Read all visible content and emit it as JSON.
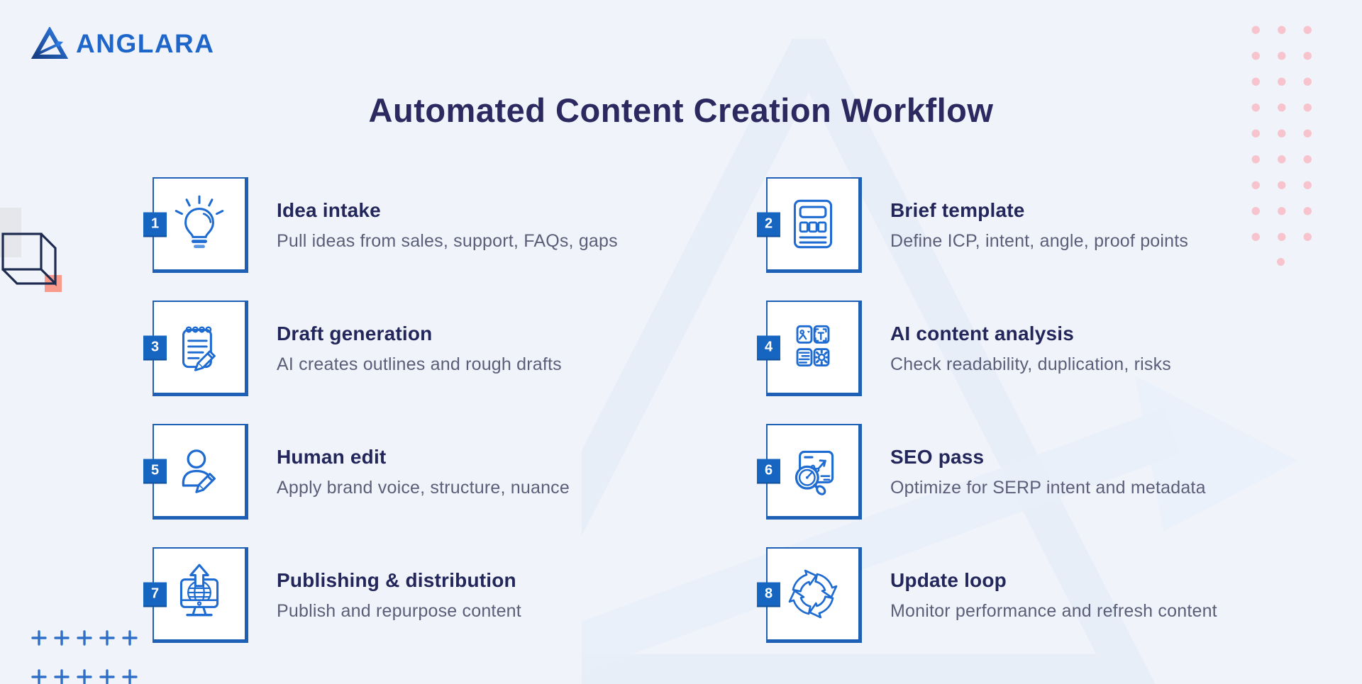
{
  "brand": {
    "name": "ANGLARA"
  },
  "title": "Automated Content Creation Workflow",
  "steps": [
    {
      "number": "1",
      "title": "Idea intake",
      "description": "Pull ideas from sales, support, FAQs, gaps",
      "icon": "lightbulb-icon"
    },
    {
      "number": "2",
      "title": "Brief template",
      "description": "Define ICP, intent, angle, proof points",
      "icon": "brief-form-icon"
    },
    {
      "number": "3",
      "title": "Draft generation",
      "description": "AI creates outlines and rough drafts",
      "icon": "notepad-pencil-icon"
    },
    {
      "number": "4",
      "title": "AI content analysis",
      "description": "Check readability, duplication, risks",
      "icon": "content-grid-icon"
    },
    {
      "number": "5",
      "title": "Human edit",
      "description": "Apply brand voice, structure, nuance",
      "icon": "person-pencil-icon"
    },
    {
      "number": "6",
      "title": "SEO pass",
      "description": "Optimize for SERP intent and metadata",
      "icon": "seo-analytics-icon"
    },
    {
      "number": "7",
      "title": "Publishing & distribution",
      "description": "Publish and repurpose content",
      "icon": "publish-globe-icon"
    },
    {
      "number": "8",
      "title": "Update loop",
      "description": "Monitor performance and refresh content",
      "icon": "refresh-cycle-icon"
    }
  ],
  "colors": {
    "background": "#f0f4fa",
    "accent_blue": "#1e6bd1",
    "box_border": "#1d60b6",
    "badge_blue": "#1565c1",
    "heading_navy": "#23265a",
    "body_gray": "#5b5e78",
    "logo_blue": "#1e66c9",
    "dot_pink": "#f7c3cd",
    "coral_square": "#f9907f",
    "cube_navy": "#1d2b50",
    "plus_blue": "#2f6fc8",
    "watermark_blue": "#e3ebf7"
  }
}
